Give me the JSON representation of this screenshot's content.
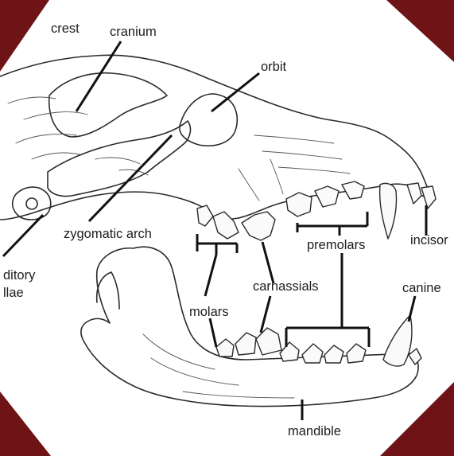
{
  "colors": {
    "frame": "#6e1416",
    "panel": "#ffffff",
    "ink": "#2a2a2a"
  },
  "labels": {
    "crest": "crest",
    "cranium": "cranium",
    "orbit": "orbit",
    "zygomatic_arch": "zygomatic arch",
    "auditory_1": "ditory",
    "auditory_2": "llae",
    "premolars": "premolars",
    "incisors": "incisor",
    "molars": "molars",
    "carnassials": "carnassials",
    "canine": "canine",
    "mandible": "mandible"
  }
}
